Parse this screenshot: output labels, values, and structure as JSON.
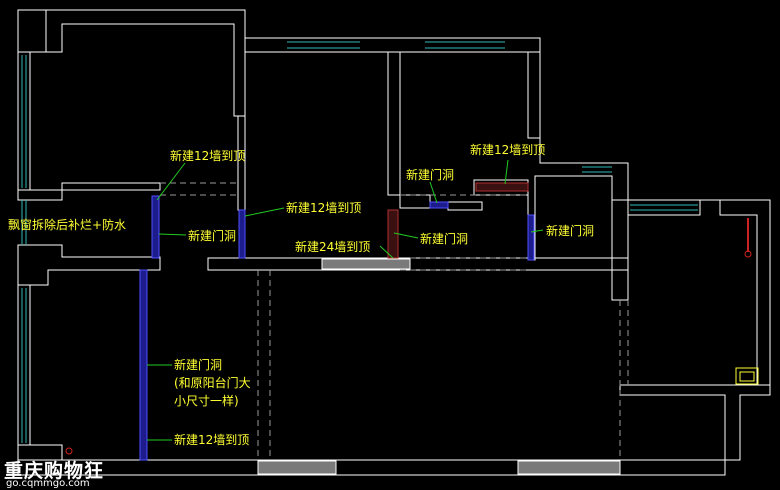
{
  "annotations": {
    "new_wall_12_a": "新建12墙到顶",
    "window_removal": "飘窗拆除后补烂+防水",
    "new_door_a": "新建门洞",
    "new_wall_12_b": "新建12墙到顶",
    "new_door_b": "新建门洞",
    "new_wall_24": "新建24墙到顶",
    "new_door_c": "新建门洞",
    "new_wall_12_c": "新建12墙到顶",
    "new_door_d": "新建门洞",
    "new_door_e_line1": "新建门洞",
    "new_door_e_line2": "(和原阳台门大",
    "new_door_e_line3": "小尺寸一样)",
    "new_wall_12_d": "新建12墙到顶"
  },
  "watermark": {
    "title": "重庆购物狂",
    "url": "go.cqmmgo.com"
  },
  "colors": {
    "background": "#000000",
    "wall": "#ffffff",
    "label": "#ffff33",
    "window": "#2fb8b8",
    "new_wall": "#1c1c8c",
    "leader": "#22cc22"
  }
}
